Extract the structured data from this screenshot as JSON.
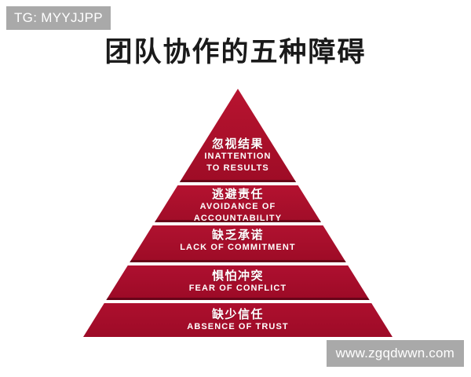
{
  "page": {
    "background_color": "#ffffff",
    "title": "团队协作的五种障碍"
  },
  "watermarks": {
    "top_left": "TG: MYYJJPP",
    "bottom_right": "www.zgqdwwn.com",
    "background_color": "#a9a9a9",
    "text_color": "#ffffff"
  },
  "pyramid": {
    "accent_color": "#a80c28",
    "text_color": "#ffffff",
    "levels": [
      {
        "index": 1,
        "position": "apex",
        "cn": "忽视结果",
        "en_line1": "INATTENTION",
        "en_line2": "TO RESULTS"
      },
      {
        "index": 2,
        "position": "second",
        "cn": "逃避责任",
        "en_line1": "AVOIDANCE  OF",
        "en_line2": "ACCOUNTABILITY"
      },
      {
        "index": 3,
        "position": "middle",
        "cn": "缺乏承诺",
        "en_line1": "LACK OF COMMITMENT",
        "en_line2": ""
      },
      {
        "index": 4,
        "position": "fourth",
        "cn": "惧怕冲突",
        "en_line1": "FEAR OF CONFLICT",
        "en_line2": ""
      },
      {
        "index": 5,
        "position": "base",
        "cn": "缺少信任",
        "en_line1": "ABSENCE OF TRUST",
        "en_line2": ""
      }
    ]
  }
}
